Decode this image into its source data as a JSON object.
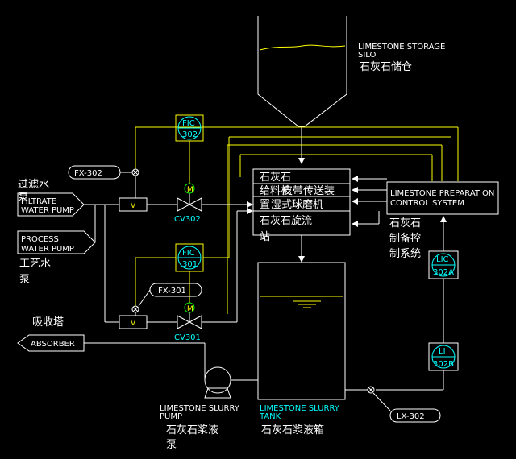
{
  "silo": {
    "label_en_1": "LIMESTONE STORAGE",
    "label_en_2": "SILO",
    "label_cn": "石灰石储仓"
  },
  "instruments": {
    "fic302": {
      "tag": "FIC",
      "num": "302"
    },
    "fic301": {
      "tag": "FIC",
      "num": "301"
    },
    "lic302a": {
      "tag": "LIC",
      "num": "302A"
    },
    "li302b": {
      "tag": "LI",
      "num": "302B"
    },
    "fx302": "FX-302",
    "fx301": "FX-301",
    "lx302": "LX-302",
    "cv302": "CV302",
    "cv301": "CV301",
    "valve_v": "V",
    "motor_m": "M"
  },
  "process_box": {
    "line1": "石灰石",
    "line2": "给料机",
    "line2b": "皮带传送装",
    "line3": "置",
    "line3b": "湿式球磨机",
    "line4": "石灰石旋流",
    "line5": "站"
  },
  "control": {
    "en1": "LIMESTONE PREPARATION",
    "en2": "CONTROL SYSTEM",
    "cn1": "石灰石",
    "cn2": "制备控",
    "cn3": "制系统"
  },
  "inputs": {
    "filtrate_cn1": "过滤水",
    "filtrate_cn2": "泵",
    "filtrate_en1": "FILTRATE",
    "filtrate_en2": "WATER PUMP",
    "process_en1": "PROCESS",
    "process_en2": "WATER PUMP",
    "process_cn1": "工艺水",
    "process_cn2": "泵"
  },
  "absorber": {
    "en": "ABSORBER",
    "cn": "吸收塔"
  },
  "pump": {
    "en1": "LIMESTONE SLURRY",
    "en2": "PUMP",
    "cn1": "石灰石浆液",
    "cn2": "泵"
  },
  "tank": {
    "en1": "LIMESTONE SLURRY",
    "en2": "TANK",
    "cn": "石灰石浆液箱"
  }
}
